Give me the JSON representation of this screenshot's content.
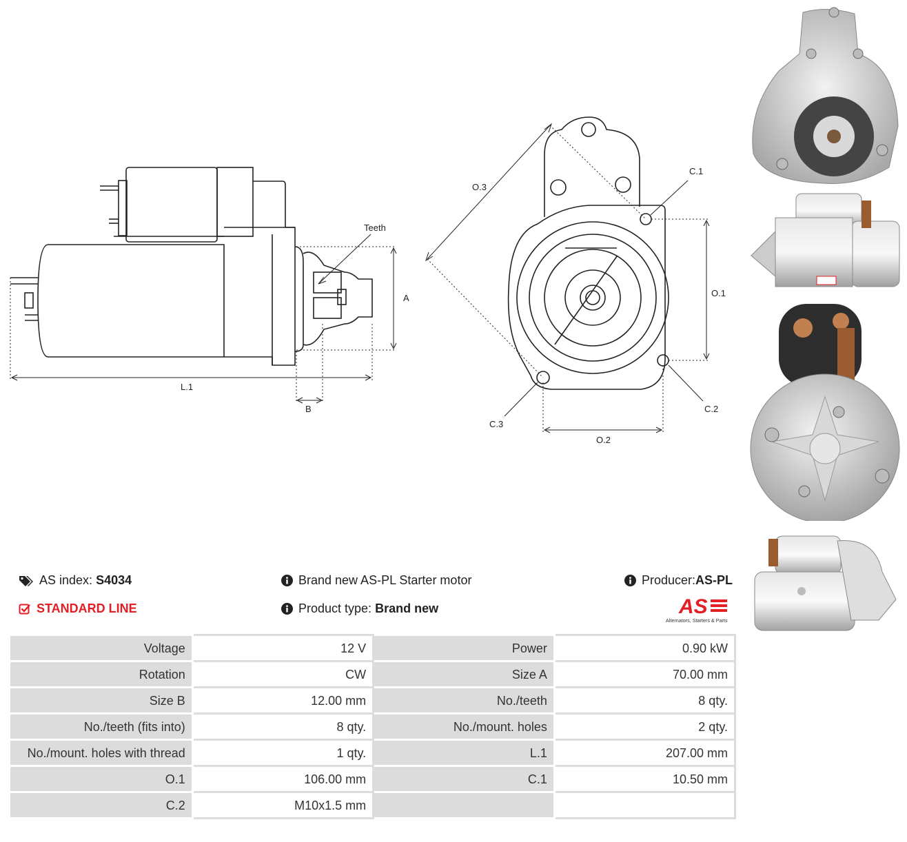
{
  "drawing": {
    "labels": {
      "teeth": "Teeth",
      "a": "A",
      "b": "B",
      "l1": "L.1",
      "o1": "O.1",
      "o2": "O.2",
      "o3": "O.3",
      "c1": "C.1",
      "c2": "C.2",
      "c3": "C.3"
    }
  },
  "info": {
    "as_index_label": "AS index:",
    "as_index_value": "S4034",
    "standard_line": "STANDARD LINE",
    "description": "Brand new AS-PL Starter motor",
    "product_type_label": "Product type:",
    "product_type_value": "Brand new",
    "producer_label": "Producer:",
    "producer_value": "AS-PL"
  },
  "logo": {
    "text": "AS",
    "tagline": "Alternators, Starters & Parts",
    "color": "#e31e24"
  },
  "icons": {
    "tags": "tags-icon",
    "check": "check-square-icon",
    "info": "info-circle-icon"
  },
  "specs": [
    {
      "l1": "Voltage",
      "v1": "12 V",
      "l2": "Power",
      "v2": "0.90 kW"
    },
    {
      "l1": "Rotation",
      "v1": "CW",
      "l2": "Size A",
      "v2": "70.00 mm"
    },
    {
      "l1": "Size B",
      "v1": "12.00 mm",
      "l2": "No./teeth",
      "v2": "8 qty."
    },
    {
      "l1": "No./teeth (fits into)",
      "v1": "8 qty.",
      "l2": "No./mount. holes",
      "v2": "2 qty."
    },
    {
      "l1": "No./mount. holes with thread",
      "v1": "1 qty.",
      "l2": "L.1",
      "v2": "207.00 mm"
    },
    {
      "l1": "O.1",
      "v1": "106.00 mm",
      "l2": "C.1",
      "v2": "10.50 mm"
    },
    {
      "l1": "C.2",
      "v1": "M10x1.5 mm",
      "l2": "",
      "v2": ""
    }
  ]
}
